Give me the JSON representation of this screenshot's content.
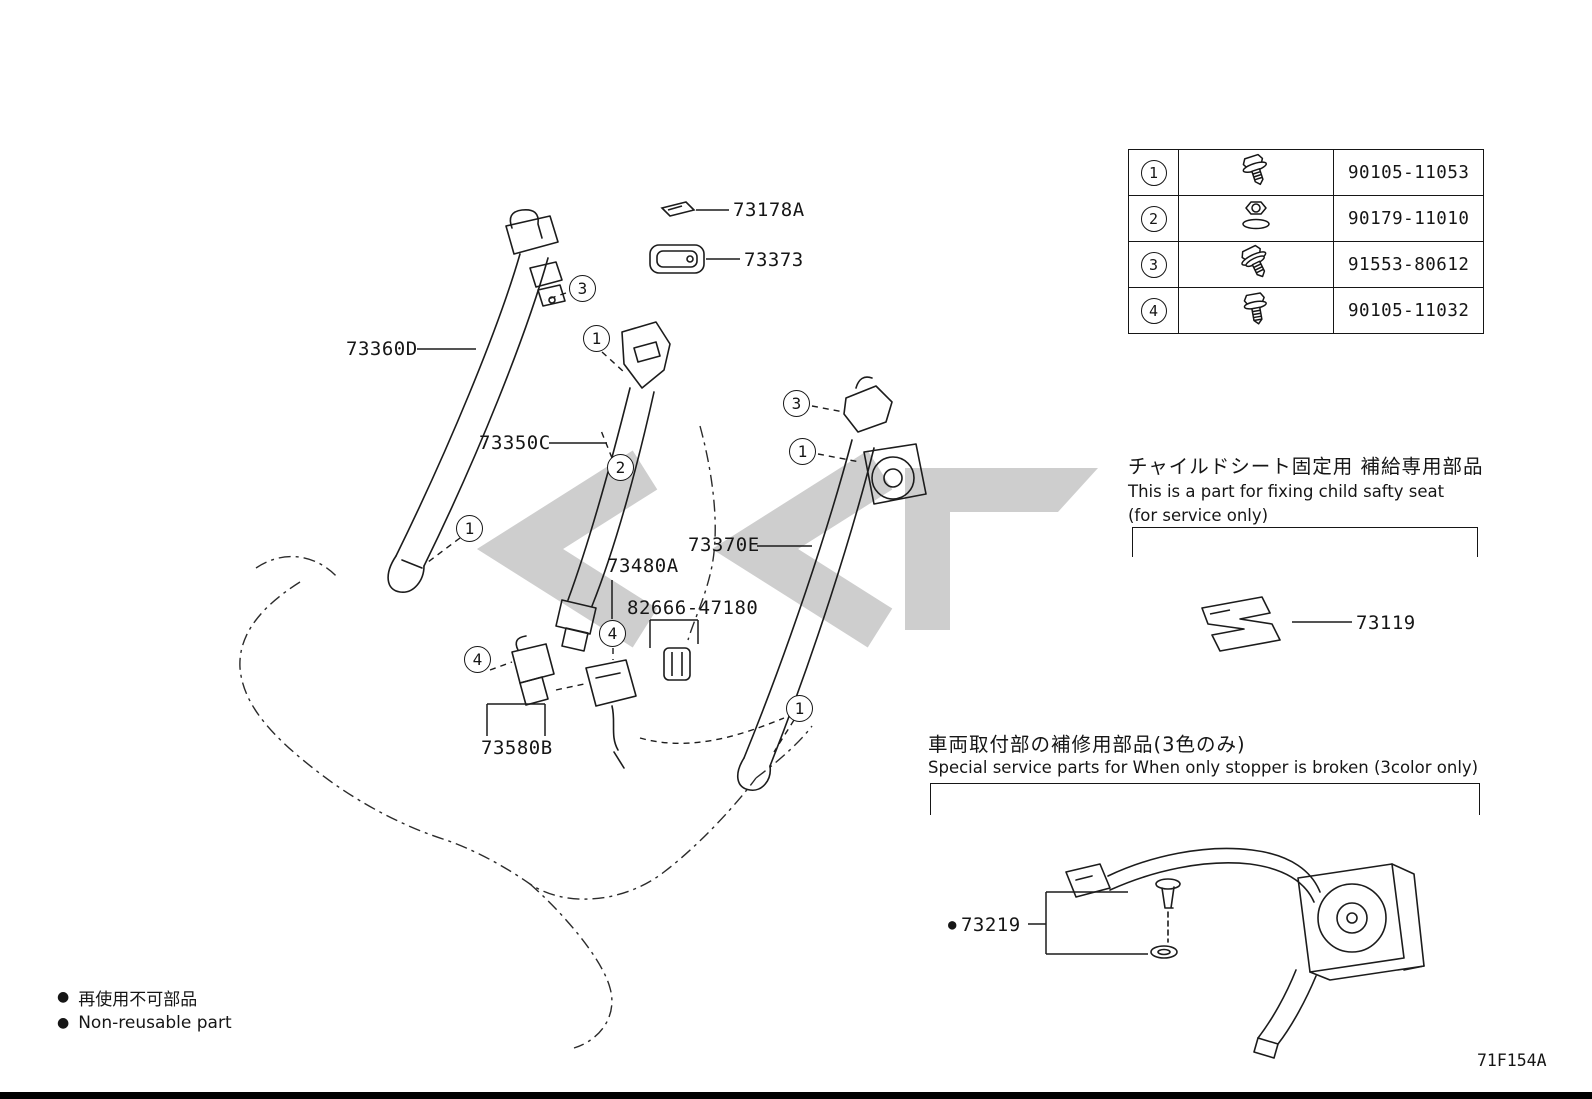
{
  "fastener_table": {
    "rows": [
      {
        "num": "1",
        "icon": "hex-flange-bolt",
        "part_number": "90105-11053"
      },
      {
        "num": "2",
        "icon": "hex-nut-washer",
        "part_number": "90179-11010"
      },
      {
        "num": "3",
        "icon": "washer-bolt",
        "part_number": "91553-80612"
      },
      {
        "num": "4",
        "icon": "hex-bolt",
        "part_number": "90105-11032"
      }
    ]
  },
  "labels": {
    "p73178A": "73178A",
    "p73373": "73373",
    "p73360D": "73360D",
    "p73350C": "73350C",
    "p73370E": "73370E",
    "p73480A": "73480A",
    "p82666": "82666-47180",
    "p73580B": "73580B",
    "p73119": "73119",
    "p73219": "73219",
    "bullet": "●"
  },
  "callouts": {
    "c1": "3",
    "c2": "1",
    "c3": "2",
    "c4": "1",
    "c5": "3",
    "c6": "1",
    "c7": "4",
    "c8": "4",
    "c9": "1"
  },
  "notes": {
    "child_seat_jp": "チャイルドシート固定用 補給専用部品",
    "child_seat_en1": "This is a part for fixing child safty seat",
    "child_seat_en2": "(for service only)",
    "stopper_jp": "車両取付部の補修用部品(3色のみ)",
    "stopper_en": "Special service parts for When only stopper is broken (3color only)"
  },
  "legend": {
    "bullet": "●",
    "jp": "再使用不可部品",
    "en": "Non-reusable part"
  },
  "footer": {
    "drawing_code": "71F154A"
  }
}
